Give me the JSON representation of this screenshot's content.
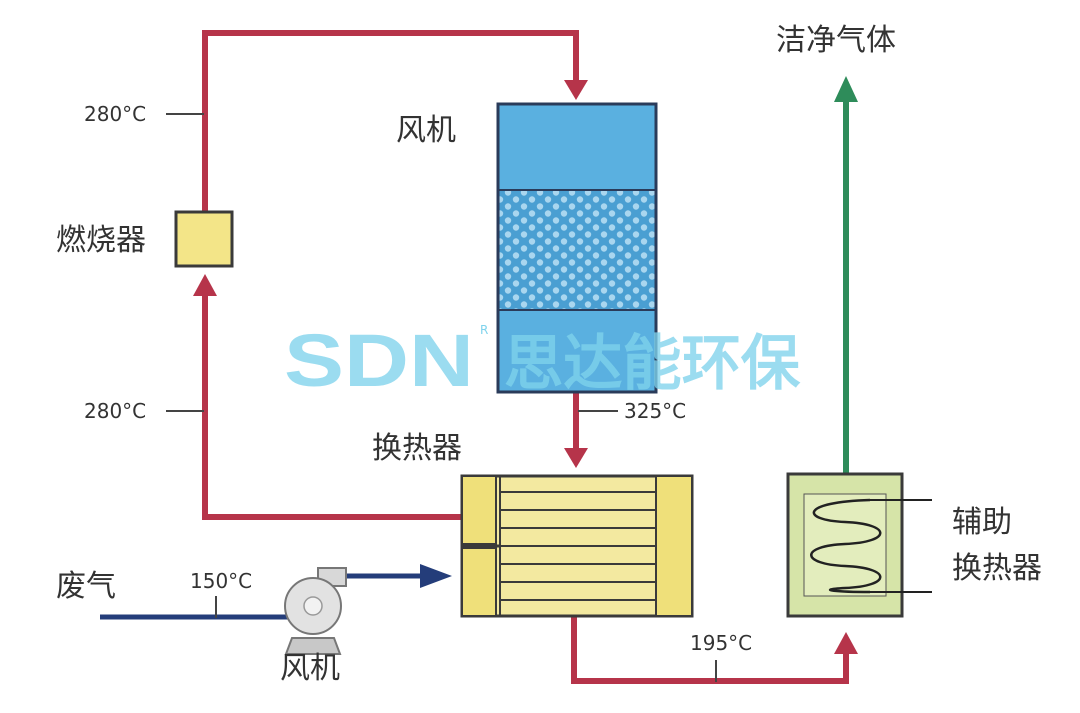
{
  "labels": {
    "tower_fan": "风机",
    "burner": "燃烧器",
    "heat_exchanger": "换热器",
    "waste_gas": "废气",
    "bottom_fan": "风机",
    "aux_exchanger_line1": "辅助",
    "aux_exchanger_line2": "换热器",
    "clean_gas": "洁净气体"
  },
  "temperatures": {
    "top_left": "280°C",
    "mid_left": "280°C",
    "tower_out": "325°C",
    "inlet": "150°C",
    "hx_out": "195°C"
  },
  "watermark": {
    "latin": "SDN",
    "chinese": "思达能环保",
    "registered": "R"
  },
  "colors": {
    "hot_pipe": "#b6344a",
    "clean_pipe": "#2e8c5a",
    "waste_pipe": "#243d7a",
    "tower_fill": "#5ab0e0",
    "exchanger_fill": "#f3e9a0",
    "aux_fill": "#d6e4a8",
    "watermark": "#7fd3ec"
  }
}
